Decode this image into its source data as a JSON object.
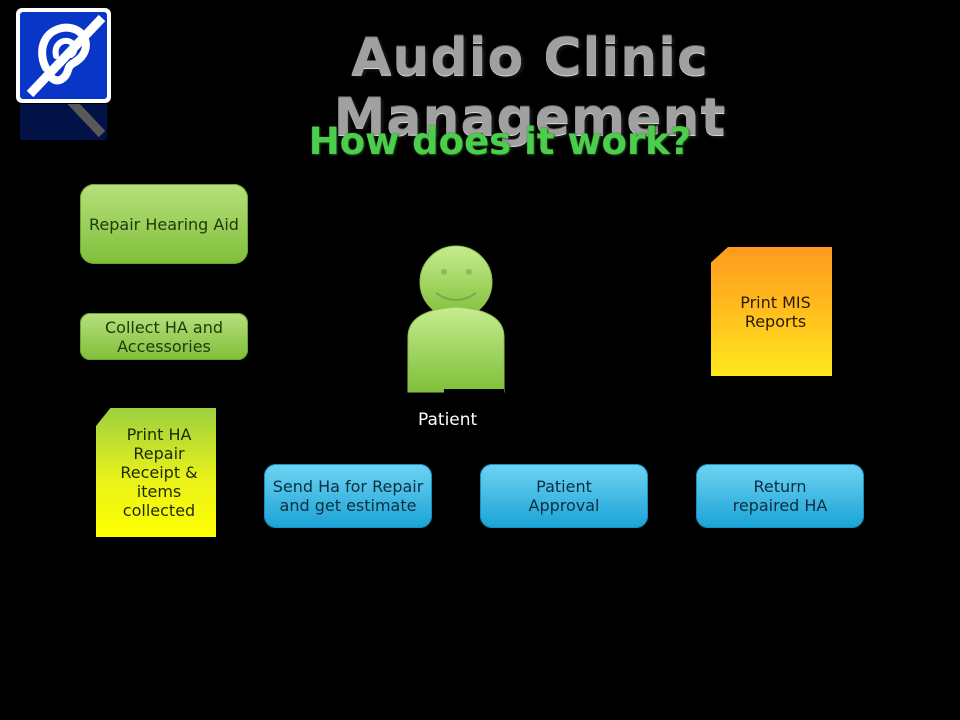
{
  "title": "Audio Clinic Management",
  "subtitle": "How does it work?",
  "logo": {
    "icon": "hearing-ear-icon",
    "color": "#0a36c8"
  },
  "person": {
    "label": "Patient",
    "icon": "smiley-person-icon"
  },
  "boxes": {
    "repair": "Repair Hearing Aid",
    "collect": "Collect HA and Accessories",
    "print_receipt": "Print HA Repair Receipt & items collected",
    "send_repair": "Send Ha for Repair and get estimate",
    "approval": "Patient Approval",
    "return_ha": "Return repaired HA",
    "print_mis": "Print MIS Reports"
  }
}
